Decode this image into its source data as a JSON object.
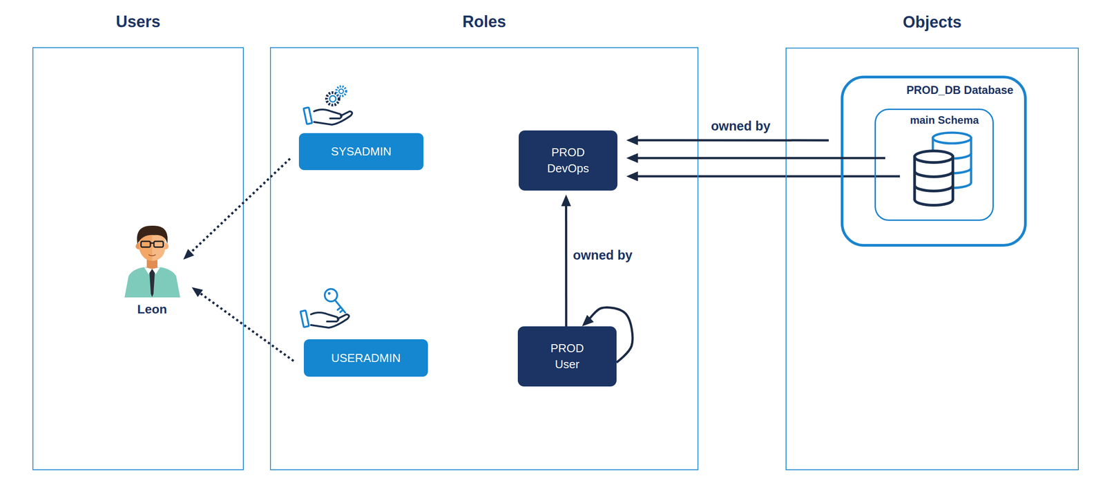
{
  "diagram": {
    "nodes": [
      {
        "text": [
          "Users"
        ]
      },
      {
        "text": [
          "Leon"
        ],
        "in": 0
      },
      {
        "text": [
          "Roles"
        ]
      },
      {
        "text": [
          "SYSADMIN"
        ],
        "in": 2
      },
      {
        "text": [
          "PROD DevOps"
        ],
        "in": 2
      },
      {
        "text": [
          "USERADMIN"
        ],
        "in": 2
      },
      {
        "text": [
          "PROD User"
        ],
        "in": 2
      },
      {
        "text": [
          "Objects"
        ]
      },
      {
        "text": [
          "PROD_DB Database"
        ],
        "in": 7
      },
      {
        "text": [
          "main Schema"
        ],
        "in": 8
      }
    ],
    "edges": [
      {
        "from": 3,
        "to": 1,
        "arrow": "to"
      },
      {
        "from": 5,
        "to": 1,
        "arrow": "to"
      },
      {
        "from": 8,
        "to": 4,
        "label": "owned by",
        "arrow": "to"
      },
      {
        "from": 9,
        "to": 4,
        "arrow": "to"
      },
      {
        "from": 6,
        "to": 4,
        "label": "owned by",
        "arrow": "to"
      },
      {
        "from": 6,
        "to": 6,
        "arrow": "to"
      }
    ]
  }
}
